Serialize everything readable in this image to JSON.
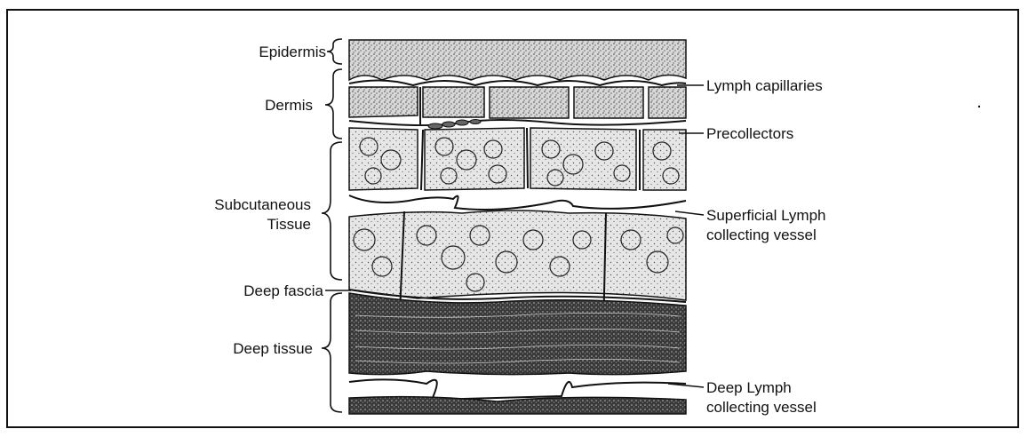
{
  "diagram": {
    "left_labels": {
      "epidermis": "Epidermis",
      "dermis": "Dermis",
      "subcutaneous_line1": "Subcutaneous",
      "subcutaneous_line2": "Tissue",
      "deep_fascia": "Deep fascia",
      "deep_tissue": "Deep tissue"
    },
    "right_labels": {
      "lymph_capillaries": "Lymph capillaries",
      "precollectors": "Precollectors",
      "superficial_line1": "Superficial Lymph",
      "superficial_line2": "collecting vessel",
      "deep_line1": "Deep Lymph",
      "deep_line2": "collecting vessel"
    }
  }
}
